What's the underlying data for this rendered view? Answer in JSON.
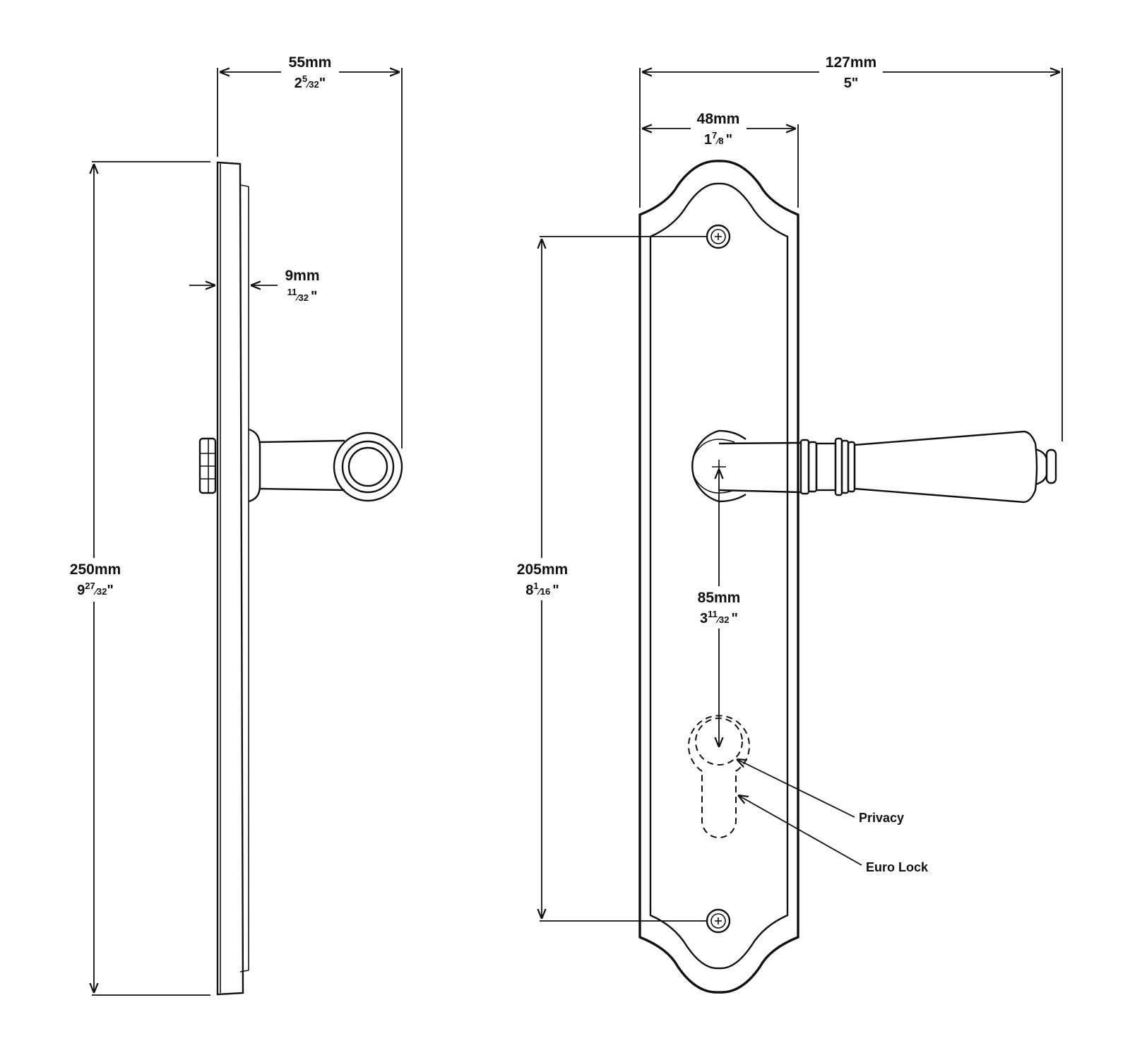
{
  "dimensions": {
    "projection_total": {
      "mm": "55mm",
      "inch_whole": "2",
      "inch_num": "5",
      "inch_den": "32",
      "inch_mark": "\""
    },
    "plate_thickness": {
      "mm": "9mm",
      "inch_whole": "",
      "inch_num": "11",
      "inch_den": "32",
      "inch_mark": "\""
    },
    "plate_height": {
      "mm": "250mm",
      "inch_whole": "9",
      "inch_num": "27",
      "inch_den": "32",
      "inch_mark": "\""
    },
    "overall_width": {
      "mm": "127mm",
      "inch_text": "5\""
    },
    "plate_width": {
      "mm": "48mm",
      "inch_whole": "1",
      "inch_num": "7",
      "inch_den": "8",
      "inch_mark": "\""
    },
    "screw_centers": {
      "mm": "205mm",
      "inch_whole": "8",
      "inch_num": "1",
      "inch_den": "16",
      "inch_mark": "\""
    },
    "backset": {
      "mm": "85mm",
      "inch_whole": "3",
      "inch_num": "11",
      "inch_den": "32",
      "inch_mark": "\""
    }
  },
  "callouts": {
    "privacy": "Privacy",
    "euro_lock": "Euro Lock"
  },
  "colors": {
    "line": "#111111",
    "background": "#ffffff"
  }
}
